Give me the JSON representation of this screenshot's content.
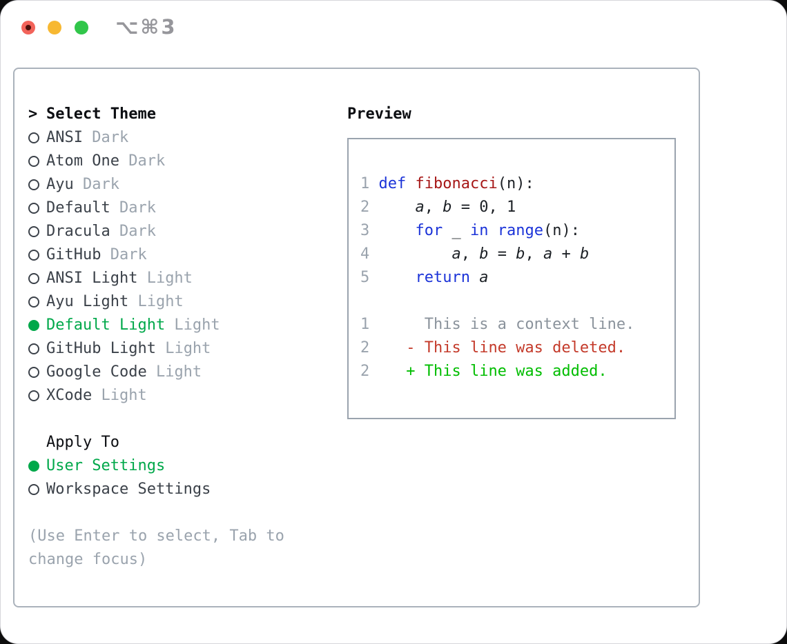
{
  "window": {
    "title": "⌥⌘3"
  },
  "colors": {
    "light_red": "#f2635a",
    "light_red_dot": "#4c100b",
    "light_yellow": "#f7b832",
    "light_green": "#31c64a",
    "title_gray": "#96969b",
    "panel_border": "#aab2bb",
    "box_border": "#9aa3ae",
    "header_text": "#0c0e12",
    "item_text": "#3b4149",
    "tag_gray": "#9aa3ad",
    "hint_gray": "#9aa3ad",
    "ui_green": "#00a84a",
    "num_gray": "#9aa3ad",
    "keyword_blue": "#1b33d8",
    "function_red": "#a61717",
    "plain_code": "#1c2025",
    "context_gray": "#8b939c",
    "deleted_red": "#c43a2a",
    "added_green": "#00bd00"
  },
  "theme_selector": {
    "header_marker": ">",
    "header": "Select Theme",
    "items": [
      {
        "name": "ANSI",
        "tag": "Dark",
        "selected": false
      },
      {
        "name": "Atom One",
        "tag": "Dark",
        "selected": false
      },
      {
        "name": "Ayu",
        "tag": "Dark",
        "selected": false
      },
      {
        "name": "Default",
        "tag": "Dark",
        "selected": false
      },
      {
        "name": "Dracula",
        "tag": "Dark",
        "selected": false
      },
      {
        "name": "GitHub",
        "tag": "Dark",
        "selected": false
      },
      {
        "name": "ANSI Light",
        "tag": "Light",
        "selected": false
      },
      {
        "name": "Ayu Light",
        "tag": "Light",
        "selected": false
      },
      {
        "name": "Default Light",
        "tag": "Light",
        "selected": true
      },
      {
        "name": "GitHub Light",
        "tag": "Light",
        "selected": false
      },
      {
        "name": "Google Code",
        "tag": "Light",
        "selected": false
      },
      {
        "name": "XCode",
        "tag": "Light",
        "selected": false
      }
    ],
    "apply_to": {
      "header": "Apply To",
      "options": [
        {
          "name": "User Settings",
          "selected": true
        },
        {
          "name": "Workspace Settings",
          "selected": false
        }
      ]
    },
    "hint": "(Use Enter to select, Tab to change focus)"
  },
  "preview": {
    "label": "Preview",
    "code_lines": [
      {
        "num": "1",
        "tokens": [
          [
            "kw",
            "def"
          ],
          [
            "pl",
            " "
          ],
          [
            "fn",
            "fibonacci"
          ],
          [
            "pl",
            "(n):"
          ]
        ]
      },
      {
        "num": "2",
        "tokens": [
          [
            "pl",
            "    "
          ],
          [
            "var",
            "a"
          ],
          [
            "pl",
            ", "
          ],
          [
            "var",
            "b"
          ],
          [
            "pl",
            " = 0, 1"
          ]
        ]
      },
      {
        "num": "3",
        "tokens": [
          [
            "pl",
            "    "
          ],
          [
            "kw",
            "for"
          ],
          [
            "pl",
            " _ "
          ],
          [
            "kw",
            "in"
          ],
          [
            "pl",
            " "
          ],
          [
            "kw",
            "range"
          ],
          [
            "pl",
            "(n):"
          ]
        ]
      },
      {
        "num": "4",
        "tokens": [
          [
            "pl",
            "        "
          ],
          [
            "var",
            "a"
          ],
          [
            "pl",
            ", "
          ],
          [
            "var",
            "b"
          ],
          [
            "pl",
            " = "
          ],
          [
            "var",
            "b"
          ],
          [
            "pl",
            ", "
          ],
          [
            "var",
            "a"
          ],
          [
            "pl",
            " + "
          ],
          [
            "var",
            "b"
          ]
        ]
      },
      {
        "num": "5",
        "tokens": [
          [
            "pl",
            "    "
          ],
          [
            "kw",
            "return"
          ],
          [
            "pl",
            " "
          ],
          [
            "var",
            "a"
          ]
        ]
      }
    ],
    "diff_lines": [
      {
        "num": "1",
        "cls": "ctx",
        "text": "     This is a context line."
      },
      {
        "num": "2",
        "cls": "del",
        "text": "   - This line was deleted."
      },
      {
        "num": "2",
        "cls": "add",
        "text": "   + This line was added."
      }
    ]
  }
}
